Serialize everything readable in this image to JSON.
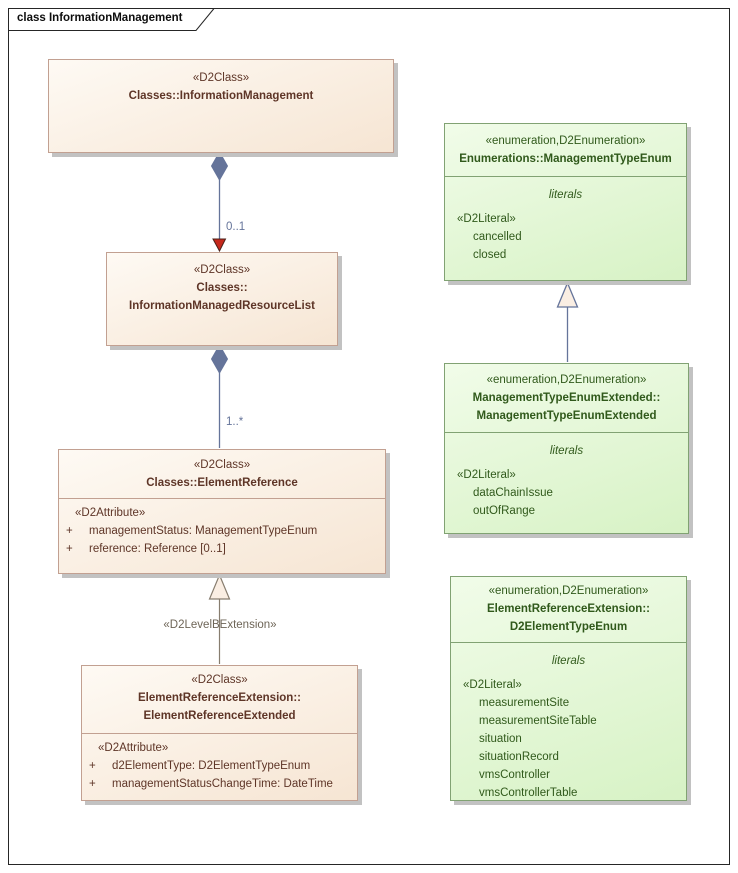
{
  "frame": {
    "label": "class InformationManagement"
  },
  "palette": {
    "class_fill_top": "#fefaf4",
    "class_fill_bottom": "#f6e5d3",
    "class_border": "#c2a091",
    "class_text": "#5e3527",
    "enum_fill_top": "#f1fce9",
    "enum_fill_bottom": "#d7f2c5",
    "enum_border": "#81a273",
    "enum_text": "#30591b",
    "connector_color": "#65749a",
    "generalization_line": "#877d6f",
    "gen_label_text": "#6e6557",
    "triangle_fill": "#faeee3",
    "red_arrow": "#c6281c"
  },
  "nodes": {
    "informationManagement": {
      "stereotype": "«D2Class»",
      "name_lines": [
        "Classes::InformationManagement"
      ]
    },
    "informationManagedResourceList": {
      "stereotype": "«D2Class»",
      "name_lines": [
        "Classes::",
        "InformationManagedResourceList"
      ]
    },
    "elementReference": {
      "stereotype": "«D2Class»",
      "name_lines": [
        "Classes::ElementReference"
      ],
      "attr_stereotype": "«D2Attribute»",
      "attributes": [
        {
          "vis": "+",
          "text": "managementStatus: ManagementTypeEnum"
        },
        {
          "vis": "+",
          "text": "reference: Reference [0..1]"
        }
      ]
    },
    "elementReferenceExtended": {
      "stereotype": "«D2Class»",
      "name_lines": [
        "ElementReferenceExtension::",
        "ElementReferenceExtended"
      ],
      "attr_stereotype": "«D2Attribute»",
      "attributes": [
        {
          "vis": "+",
          "text": "d2ElementType: D2ElementTypeEnum"
        },
        {
          "vis": "+",
          "text": "managementStatusChangeTime: DateTime"
        }
      ]
    },
    "managementTypeEnum": {
      "stereotype": "«enumeration,D2Enumeration»",
      "name_lines": [
        "Enumerations::ManagementTypeEnum"
      ],
      "compartment_label": "literals",
      "literal_stereotype": "«D2Literal»",
      "literals": [
        "cancelled",
        "closed"
      ]
    },
    "managementTypeEnumExtended": {
      "stereotype": "«enumeration,D2Enumeration»",
      "name_lines": [
        "ManagementTypeEnumExtended::",
        "ManagementTypeEnumExtended"
      ],
      "compartment_label": "literals",
      "literal_stereotype": "«D2Literal»",
      "literals": [
        "dataChainIssue",
        "outOfRange"
      ]
    },
    "d2ElementTypeEnum": {
      "stereotype": "«enumeration,D2Enumeration»",
      "name_lines": [
        "ElementReferenceExtension::",
        "D2ElementTypeEnum"
      ],
      "compartment_label": "literals",
      "literal_stereotype": "«D2Literal»",
      "literals": [
        "measurementSite",
        "measurementSiteTable",
        "situation",
        "situationRecord",
        "vmsController",
        "vmsControllerTable"
      ]
    }
  },
  "edges": {
    "composition1": {
      "multiplicity": "0..1"
    },
    "composition2": {
      "multiplicity": "1..*"
    },
    "generalization1": {
      "stereotype": "«D2LevelBExtension»"
    }
  }
}
